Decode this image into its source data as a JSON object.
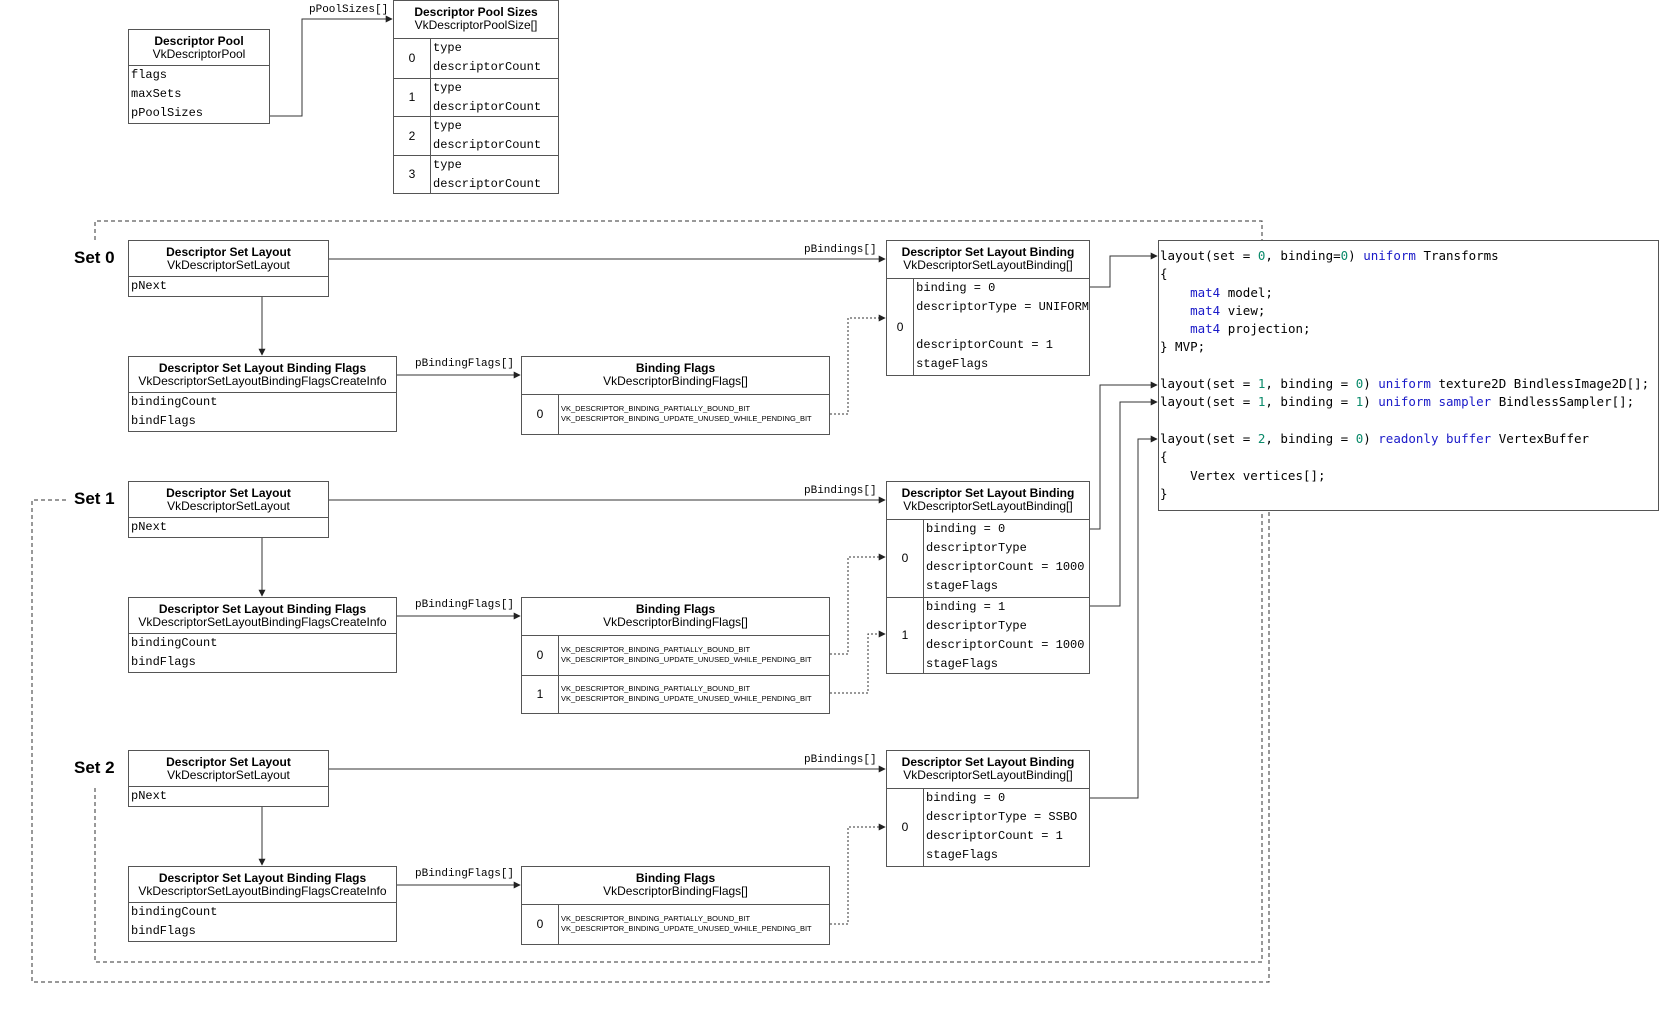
{
  "pool": {
    "title": "Descriptor Pool",
    "type": "VkDescriptorPool",
    "fields": [
      "flags",
      "maxSets",
      "pPoolSizes"
    ]
  },
  "pool_sizes": {
    "title": "Descriptor Pool Sizes",
    "type": "VkDescriptorPoolSize[]",
    "edge_label": "pPoolSizes[]",
    "rows": [
      {
        "index": "0",
        "fields": [
          "type",
          "descriptorCount"
        ]
      },
      {
        "index": "1",
        "fields": [
          "type",
          "descriptorCount"
        ]
      },
      {
        "index": "2",
        "fields": [
          "type",
          "descriptorCount"
        ]
      },
      {
        "index": "3",
        "fields": [
          "type",
          "descriptorCount"
        ]
      }
    ]
  },
  "sets": [
    {
      "label": "Set 0",
      "layout": {
        "title": "Descriptor Set Layout",
        "type": "VkDescriptorSetLayout",
        "fields": [
          "pNext"
        ]
      },
      "flags_info": {
        "title": "Descriptor Set Layout Binding Flags",
        "type": "VkDescriptorSetLayoutBindingFlagsCreateInfo",
        "fields": [
          "bindingCount",
          "bindFlags"
        ]
      },
      "binding_flags": {
        "title": "Binding Flags",
        "type": "VkDescriptorBindingFlags[]",
        "rows": [
          {
            "index": "0",
            "bits": [
              "VK_DESCRIPTOR_BINDING_PARTIALLY_BOUND_BIT",
              "VK_DESCRIPTOR_BINDING_UPDATE_UNUSED_WHILE_PENDING_BIT"
            ]
          }
        ]
      },
      "bindings": {
        "title": "Descriptor Set Layout Binding",
        "type": "VkDescriptorSetLayoutBinding[]",
        "rows": [
          {
            "index": "0",
            "fields": [
              "binding = 0",
              "descriptorType = UNIFORM",
              "",
              "descriptorCount = 1",
              "stageFlags"
            ]
          }
        ]
      },
      "edge_bindings": "pBindings[]",
      "edge_flags": "pBindingFlags[]"
    },
    {
      "label": "Set 1",
      "layout": {
        "title": "Descriptor Set Layout",
        "type": "VkDescriptorSetLayout",
        "fields": [
          "pNext"
        ]
      },
      "flags_info": {
        "title": "Descriptor Set Layout Binding Flags",
        "type": "VkDescriptorSetLayoutBindingFlagsCreateInfo",
        "fields": [
          "bindingCount",
          "bindFlags"
        ]
      },
      "binding_flags": {
        "title": "Binding Flags",
        "type": "VkDescriptorBindingFlags[]",
        "rows": [
          {
            "index": "0",
            "bits": [
              "VK_DESCRIPTOR_BINDING_PARTIALLY_BOUND_BIT",
              "VK_DESCRIPTOR_BINDING_UPDATE_UNUSED_WHILE_PENDING_BIT"
            ]
          },
          {
            "index": "1",
            "bits": [
              "VK_DESCRIPTOR_BINDING_PARTIALLY_BOUND_BIT",
              "VK_DESCRIPTOR_BINDING_UPDATE_UNUSED_WHILE_PENDING_BIT"
            ]
          }
        ]
      },
      "bindings": {
        "title": "Descriptor Set Layout Binding",
        "type": "VkDescriptorSetLayoutBinding[]",
        "rows": [
          {
            "index": "0",
            "fields": [
              "binding = 0",
              "descriptorType",
              "descriptorCount = 1000",
              "stageFlags"
            ]
          },
          {
            "index": "1",
            "fields": [
              "binding = 1",
              "descriptorType",
              "descriptorCount = 1000",
              "stageFlags"
            ]
          }
        ]
      },
      "edge_bindings": "pBindings[]",
      "edge_flags": "pBindingFlags[]"
    },
    {
      "label": "Set 2",
      "layout": {
        "title": "Descriptor Set Layout",
        "type": "VkDescriptorSetLayout",
        "fields": [
          "pNext"
        ]
      },
      "flags_info": {
        "title": "Descriptor Set Layout Binding Flags",
        "type": "VkDescriptorSetLayoutBindingFlagsCreateInfo",
        "fields": [
          "bindingCount",
          "bindFlags"
        ]
      },
      "binding_flags": {
        "title": "Binding Flags",
        "type": "VkDescriptorBindingFlags[]",
        "rows": [
          {
            "index": "0",
            "bits": [
              "VK_DESCRIPTOR_BINDING_PARTIALLY_BOUND_BIT",
              "VK_DESCRIPTOR_BINDING_UPDATE_UNUSED_WHILE_PENDING_BIT"
            ]
          }
        ]
      },
      "bindings": {
        "title": "Descriptor Set Layout Binding",
        "type": "VkDescriptorSetLayoutBinding[]",
        "rows": [
          {
            "index": "0",
            "fields": [
              "binding = 0",
              "descriptorType = SSBO",
              "descriptorCount = 1",
              "stageFlags"
            ]
          }
        ]
      },
      "edge_bindings": "pBindings[]",
      "edge_flags": "pBindingFlags[]"
    }
  ],
  "shader_code": {
    "lines": [
      [
        [
          "layout(set = ",
          ""
        ],
        [
          "0",
          "num"
        ],
        [
          ", binding=",
          ""
        ],
        [
          "0",
          "num"
        ],
        [
          ") ",
          ""
        ],
        [
          "uniform",
          "kw"
        ],
        [
          " Transforms",
          ""
        ]
      ],
      [
        [
          "{",
          ""
        ]
      ],
      [
        [
          "    ",
          ""
        ],
        [
          "mat4",
          "kw"
        ],
        [
          " model;",
          ""
        ]
      ],
      [
        [
          "    ",
          ""
        ],
        [
          "mat4",
          "kw"
        ],
        [
          " view;",
          ""
        ]
      ],
      [
        [
          "    ",
          ""
        ],
        [
          "mat4",
          "kw"
        ],
        [
          " projection;",
          ""
        ]
      ],
      [
        [
          "} MVP;",
          ""
        ]
      ],
      [
        [
          "",
          ""
        ]
      ],
      [
        [
          "layout(set = ",
          ""
        ],
        [
          "1",
          "num"
        ],
        [
          ", binding = ",
          ""
        ],
        [
          "0",
          "num"
        ],
        [
          ") ",
          ""
        ],
        [
          "uniform",
          "kw"
        ],
        [
          " texture2D BindlessImage2D[];",
          ""
        ]
      ],
      [
        [
          "layout(set = ",
          ""
        ],
        [
          "1",
          "num"
        ],
        [
          ", binding = ",
          ""
        ],
        [
          "1",
          "num"
        ],
        [
          ") ",
          ""
        ],
        [
          "uniform",
          "kw"
        ],
        [
          " ",
          ""
        ],
        [
          "sampler",
          "kw"
        ],
        [
          " BindlessSampler[];",
          ""
        ]
      ],
      [
        [
          "",
          ""
        ]
      ],
      [
        [
          "layout(set = ",
          ""
        ],
        [
          "2",
          "num"
        ],
        [
          ", binding = ",
          ""
        ],
        [
          "0",
          "num"
        ],
        [
          ") ",
          ""
        ],
        [
          "readonly",
          "kw"
        ],
        [
          " ",
          ""
        ],
        [
          "buffer",
          "kw"
        ],
        [
          " VertexBuffer",
          ""
        ]
      ],
      [
        [
          "{",
          ""
        ]
      ],
      [
        [
          "    Vertex vertices[];",
          ""
        ]
      ],
      [
        [
          "}",
          ""
        ]
      ]
    ]
  },
  "colors": {
    "line": "#333333",
    "keyword": "#1a1ac8",
    "number": "#0a8a6a"
  }
}
